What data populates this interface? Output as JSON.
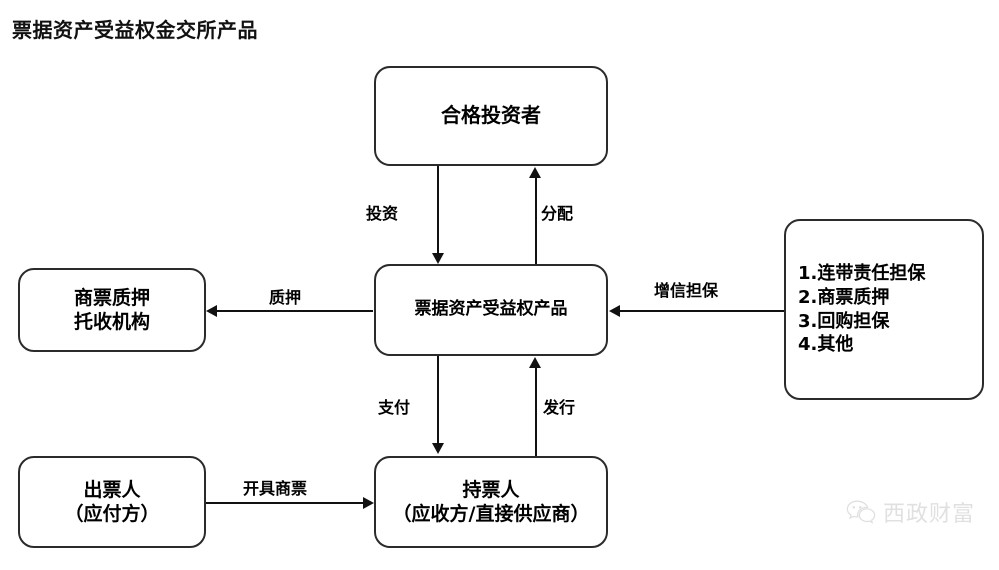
{
  "title": "票据资产受益权金交所产品",
  "nodes": {
    "investor": {
      "label": "合格投资者"
    },
    "product": {
      "label": "票据资产受益权产品"
    },
    "pledge_agency": {
      "line1": "商票质押",
      "line2": "托收机构"
    },
    "credit_enhancement": {
      "items": [
        "1.连带责任担保",
        "2.商票质押",
        "3.回购担保",
        "4.其他"
      ]
    },
    "drawer": {
      "line1": "出票人",
      "line2": "（应付方）"
    },
    "holder": {
      "line1": "持票人",
      "line2": "（应收方/直接供应商）"
    }
  },
  "edges": {
    "invest": "投资",
    "distribute": "分配",
    "pledge": "质押",
    "credit_guarantee": "增信担保",
    "payment": "支付",
    "issue": "发行",
    "draw_bill": "开具商票"
  },
  "watermark": {
    "text": "西政财富",
    "icon": "wechat-icon"
  },
  "colors": {
    "background": "#ffffff",
    "node_border": "#2b2b2b",
    "line": "#111111",
    "text": "#000000",
    "watermark_text": "#9a9a9a"
  }
}
